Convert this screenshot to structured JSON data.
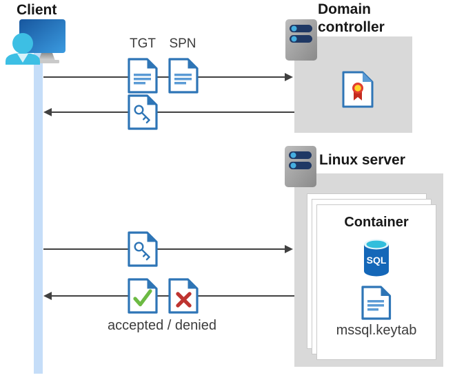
{
  "diagram": {
    "client": {
      "label": "Client"
    },
    "domain_controller": {
      "label": "Domain controller"
    },
    "linux_server": {
      "label": "Linux server"
    },
    "container": {
      "label": "Container",
      "sql_label": "SQL",
      "keytab_label": "mssql.keytab"
    },
    "messages": {
      "tgt_label": "TGT",
      "spn_label": "SPN",
      "accepted_denied_label": "accepted / denied"
    },
    "colors": {
      "doc_border_blue": "#2e75b6",
      "doc_text_lines_blue": "#5b9bd5",
      "accepted_green": "#6cba43",
      "denied_red": "#be3430",
      "certificate_ring_red": "#e23e2e",
      "certificate_center_yellow": "#ffd42a",
      "arrow_gray": "#404040",
      "lifeline_blue": "#c5ddf8",
      "box_gray": "#d9d9d9",
      "server_bar_navy": "#1f3864",
      "server_dot_blue": "#45aee0",
      "sql_body_blue": "#1467b8",
      "sql_top_cyan": "#32bedc",
      "person_cyan": "#3dbfe4"
    }
  }
}
